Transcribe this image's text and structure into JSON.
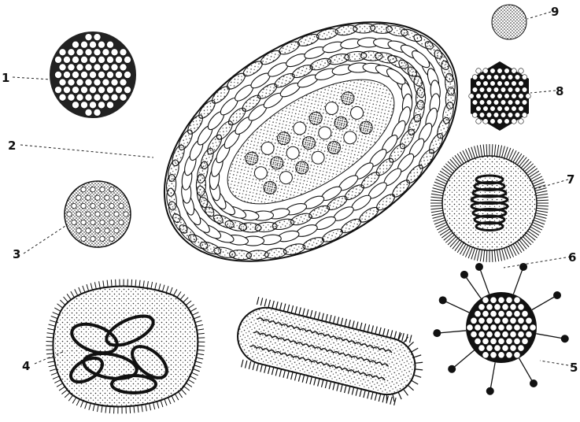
{
  "figure": {
    "labels": [
      "1",
      "2",
      "3",
      "4",
      "5",
      "6",
      "7",
      "8",
      "9"
    ]
  },
  "colors": {
    "ink": "#111111",
    "paper": "#ffffff"
  }
}
